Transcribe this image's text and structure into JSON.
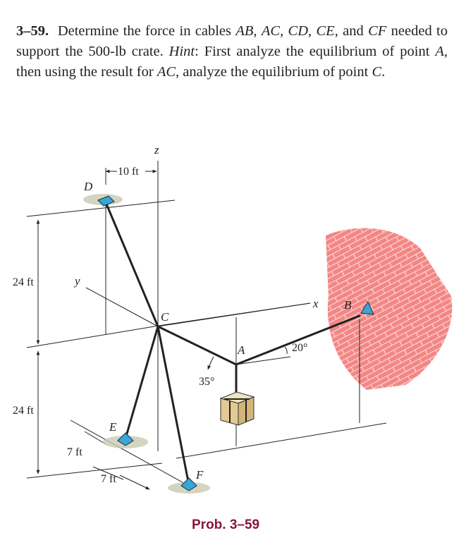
{
  "problem": {
    "number": "3–59.",
    "statement_parts": [
      {
        "text": "Determine the force in cables ",
        "italic": false
      },
      {
        "text": "AB",
        "italic": true
      },
      {
        "text": ", ",
        "italic": false
      },
      {
        "text": "AC",
        "italic": true
      },
      {
        "text": ", ",
        "italic": false
      },
      {
        "text": "CD",
        "italic": true
      },
      {
        "text": ", ",
        "italic": false
      },
      {
        "text": "CE",
        "italic": true
      },
      {
        "text": ", and ",
        "italic": false
      },
      {
        "text": "CF",
        "italic": true
      },
      {
        "text": " needed to support the 500-lb crate. ",
        "italic": false
      },
      {
        "text": "Hint",
        "italic": true
      },
      {
        "text": ": First analyze the equilibrium of point ",
        "italic": false
      },
      {
        "text": "A",
        "italic": true
      },
      {
        "text": ", then using the result for ",
        "italic": false
      },
      {
        "text": "AC",
        "italic": true
      },
      {
        "text": ", analyze the equilibrium of point ",
        "italic": false
      },
      {
        "text": "C",
        "italic": true
      },
      {
        "text": ".",
        "italic": false
      }
    ]
  },
  "diagram": {
    "points": {
      "D": "D",
      "C": "C",
      "A": "A",
      "B": "B",
      "E": "E",
      "F": "F"
    },
    "axes": {
      "x": "x",
      "y": "y",
      "z": "z"
    },
    "dimensions": {
      "d10": "10 ft",
      "h1": "24 ft",
      "h2": "24 ft",
      "d7a": "7 ft",
      "d7b": "7 ft"
    },
    "angles": {
      "a35": "35°",
      "a20": "20°"
    },
    "colors": {
      "wall": "#f07a78",
      "wall_mortar": "#ffd0cc",
      "anchor_blue": "#3aa6d6",
      "shadow": "#c9c9b0",
      "crate": "#e8d2a6",
      "caption": "#8a1538"
    }
  },
  "caption": "Prob. 3–59"
}
